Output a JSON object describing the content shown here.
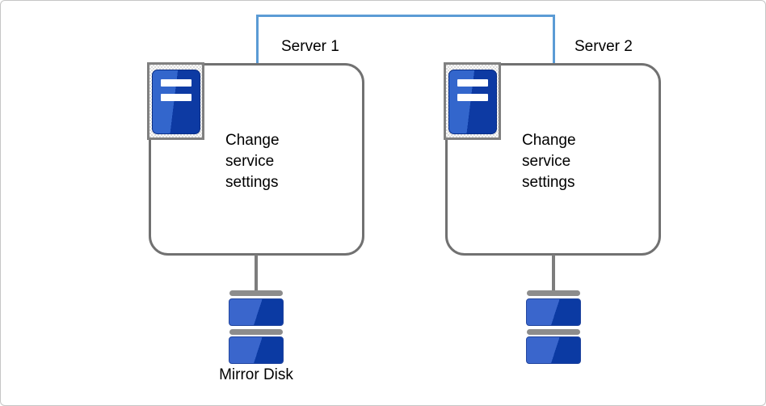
{
  "diagram_title": "server-cluster-mirror-disk-diagram",
  "interconnect": {
    "type": "bracket-line",
    "color": "#5b9bd5",
    "connects": [
      "Server 1",
      "Server 2"
    ]
  },
  "nodes": [
    {
      "title": "Server 1",
      "body": "Change\nservice\nsettings",
      "icon": "server-tower-icon"
    },
    {
      "title": "Server 2",
      "body": "Change\nservice\nsettings",
      "icon": "server-tower-icon"
    }
  ],
  "disks": [
    {
      "label": "Mirror Disk",
      "icon": "disk-stack-icon"
    },
    {
      "icon": "disk-stack-icon"
    }
  ],
  "colors": {
    "interconnect_blue": "#5b9bd5",
    "box_border_gray": "#717171",
    "icon_plate_gray": "#dcdcdc",
    "icon_plate_border": "#808080",
    "icon_blue_light": "#3366cc",
    "icon_blue_dark": "#0d3aa3",
    "disk_bar_gray": "#8c8c8c",
    "connector_gray": "#7d7d7d",
    "frame_border": "#c6c6c6",
    "text": "#000000"
  }
}
